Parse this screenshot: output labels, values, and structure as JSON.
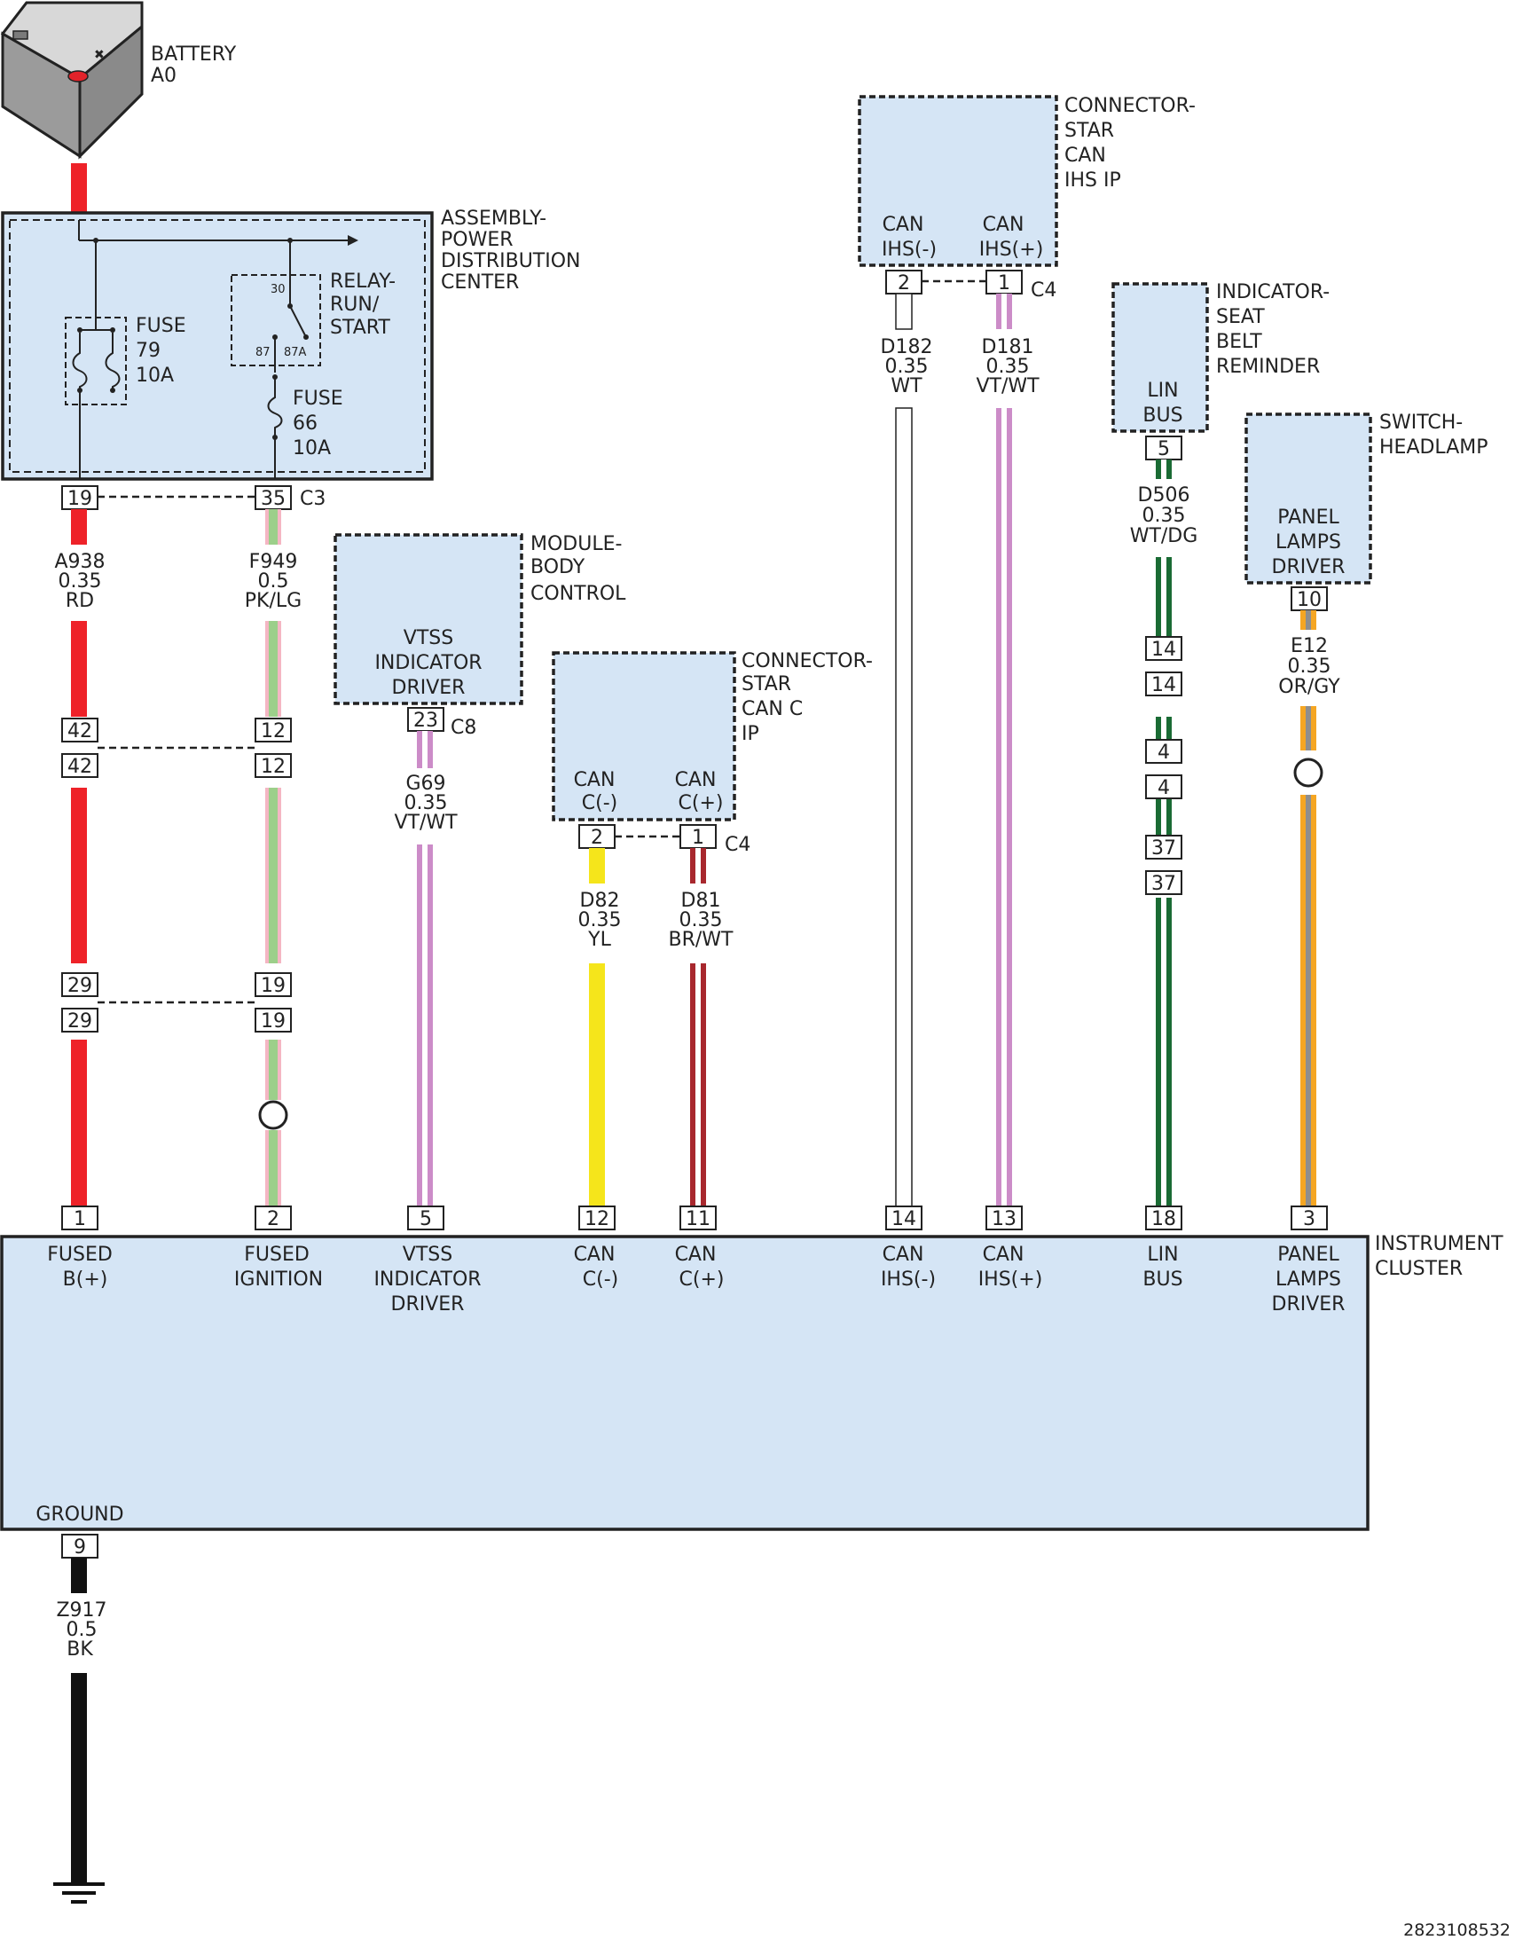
{
  "battery": {
    "name": "BATTERY",
    "id": "A0"
  },
  "pdc": {
    "label": [
      "ASSEMBLY-",
      "POWER",
      "DISTRIBUTION",
      "CENTER"
    ]
  },
  "fuse79": [
    "FUSE",
    "79",
    "10A"
  ],
  "fuse66": [
    "FUSE",
    "66",
    "10A"
  ],
  "relay": {
    "label": [
      "RELAY-",
      "RUN/",
      "START"
    ],
    "pin30": "30",
    "pin87": "87",
    "pin87a": "87A"
  },
  "pdc_connector": {
    "pin_a": "19",
    "pin_b": "35",
    "name": "C3"
  },
  "wire_a938": [
    "A938",
    "0.35",
    "RD"
  ],
  "wire_f949": [
    "F949",
    "0.5",
    "PK/LG"
  ],
  "inline1": {
    "left": [
      "42",
      "42"
    ],
    "right": [
      "12",
      "12"
    ]
  },
  "inline2": {
    "left": [
      "29",
      "29"
    ],
    "right": [
      "19",
      "19"
    ]
  },
  "bcm": {
    "label": [
      "MODULE-",
      "BODY",
      "CONTROL"
    ],
    "inner": [
      "VTSS",
      "INDICATOR",
      "DRIVER"
    ],
    "pin": "23",
    "connector": "C8"
  },
  "wire_g69": [
    "G69",
    "0.35",
    "VT/WT"
  ],
  "starc": {
    "label": [
      "CONNECTOR-",
      "STAR",
      "CAN C",
      "IP"
    ],
    "left_inner": [
      "CAN",
      "C(-)"
    ],
    "right_inner": [
      "CAN",
      "C(+)"
    ],
    "pin_left": "2",
    "pin_right": "1",
    "connector": "C4"
  },
  "wire_d82": [
    "D82",
    "0.35",
    "YL"
  ],
  "wire_d81": [
    "D81",
    "0.35",
    "BR/WT"
  ],
  "starihs": {
    "label": [
      "CONNECTOR-",
      "STAR",
      "CAN",
      "IHS IP"
    ],
    "left_inner": [
      "CAN",
      "IHS(-)"
    ],
    "right_inner": [
      "CAN",
      "IHS(+)"
    ],
    "pin_left": "2",
    "pin_right": "1",
    "connector": "C4"
  },
  "wire_d182": [
    "D182",
    "0.35",
    "WT"
  ],
  "wire_d181": [
    "D181",
    "0.35",
    "VT/WT"
  ],
  "seatbelt": {
    "label": [
      "INDICATOR-",
      "SEAT",
      "BELT",
      "REMINDER"
    ],
    "inner": [
      "LIN",
      "BUS"
    ],
    "pin": "5"
  },
  "wire_d506": [
    "D506",
    "0.35",
    "WT/DG"
  ],
  "lin_inline": [
    "14",
    "14",
    "4",
    "4",
    "37",
    "37"
  ],
  "headlamp": {
    "label": [
      "SWITCH-",
      "HEADLAMP"
    ],
    "inner": [
      "PANEL",
      "LAMPS",
      "DRIVER"
    ],
    "pin": "10"
  },
  "wire_e12": [
    "E12",
    "0.35",
    "OR/GY"
  ],
  "cluster": {
    "label": [
      "INSTRUMENT",
      "CLUSTER"
    ],
    "pins": [
      "1",
      "2",
      "5",
      "12",
      "11",
      "14",
      "13",
      "18",
      "3"
    ],
    "pin_labels": [
      [
        "FUSED",
        "B(+)"
      ],
      [
        "FUSED",
        "IGNITION"
      ],
      [
        "VTSS",
        "INDICATOR",
        "DRIVER"
      ],
      [
        "CAN",
        "C(-)"
      ],
      [
        "CAN",
        "C(+)"
      ],
      [
        "CAN",
        "IHS(-)"
      ],
      [
        "CAN",
        "IHS(+)"
      ],
      [
        "LIN",
        "BUS"
      ],
      [
        "PANEL",
        "LAMPS",
        "DRIVER"
      ]
    ],
    "ground_label": "GROUND",
    "ground_pin": "9"
  },
  "wire_z917": [
    "Z917",
    "0.5",
    "BK"
  ],
  "colors": {
    "module_fill": "#d5e5f5",
    "red": "#ee2229",
    "pink": "#f4b6c3",
    "light_green": "#9ccf8a",
    "violet": "#cc8cc8",
    "yellow": "#f5e51b",
    "brown": "#a8282e",
    "dark_green": "#1a6b34",
    "orange": "#f5a623",
    "gray": "#8e8e8e",
    "black": "#111111"
  },
  "doc_id": "2823108532"
}
